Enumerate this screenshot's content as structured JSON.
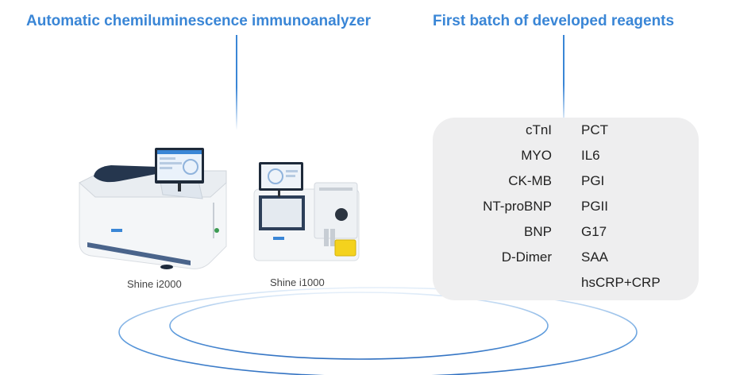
{
  "headings": {
    "left": "Automatic chemiluminescence immunoanalyzer",
    "right": "First batch of developed reagents"
  },
  "instruments": [
    {
      "caption": "Shine i2000"
    },
    {
      "caption": "Shine i1000"
    }
  ],
  "reagents": {
    "left_column": [
      "cTnI",
      "MYO",
      "CK-MB",
      "NT-proBNP",
      "BNP",
      "D-Dimer"
    ],
    "right_column": [
      "PCT",
      "IL6",
      "PGI",
      "PGII",
      "G17",
      "SAA",
      "hsCRP+CRP"
    ]
  },
  "colors": {
    "accent": "#3a86d6",
    "panel": "#eeeeef",
    "ring": "#4a90d9"
  }
}
